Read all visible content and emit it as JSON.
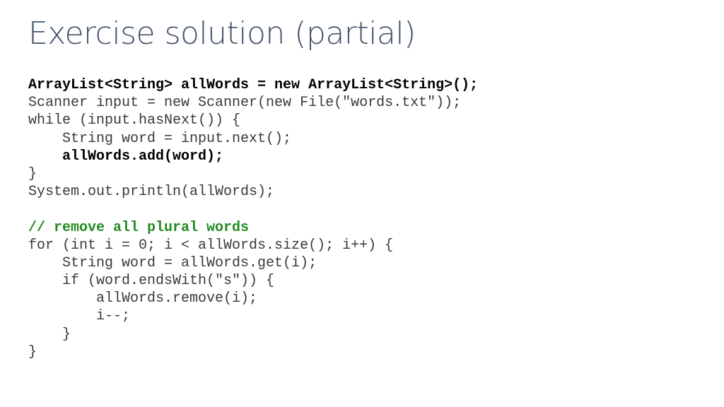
{
  "slide": {
    "title": "Exercise solution (partial)",
    "code_lines": [
      {
        "text": "ArrayList<String> allWords = new ArrayList<String>();",
        "style": "bold"
      },
      {
        "text": "Scanner input = new Scanner(new File(\"words.txt\"));",
        "style": "normal"
      },
      {
        "text": "while (input.hasNext()) {",
        "style": "normal"
      },
      {
        "text": "    String word = input.next();",
        "style": "normal"
      },
      {
        "text": "    allWords.add(word);",
        "style": "bold"
      },
      {
        "text": "}",
        "style": "normal"
      },
      {
        "text": "System.out.println(allWords);",
        "style": "normal"
      },
      {
        "text": "",
        "style": "normal"
      },
      {
        "text": "// remove all plural words",
        "style": "comment"
      },
      {
        "text": "for (int i = 0; i < allWords.size(); i++) {",
        "style": "normal"
      },
      {
        "text": "    String word = allWords.get(i);",
        "style": "normal"
      },
      {
        "text": "    if (word.endsWith(\"s\")) {",
        "style": "normal"
      },
      {
        "text": "        allWords.remove(i);",
        "style": "normal"
      },
      {
        "text": "        i--;",
        "style": "normal"
      },
      {
        "text": "    }",
        "style": "normal"
      },
      {
        "text": "}",
        "style": "normal"
      }
    ]
  },
  "colors": {
    "title": "#44546a",
    "comment": "#228b22",
    "code": "#3a3a3a"
  }
}
